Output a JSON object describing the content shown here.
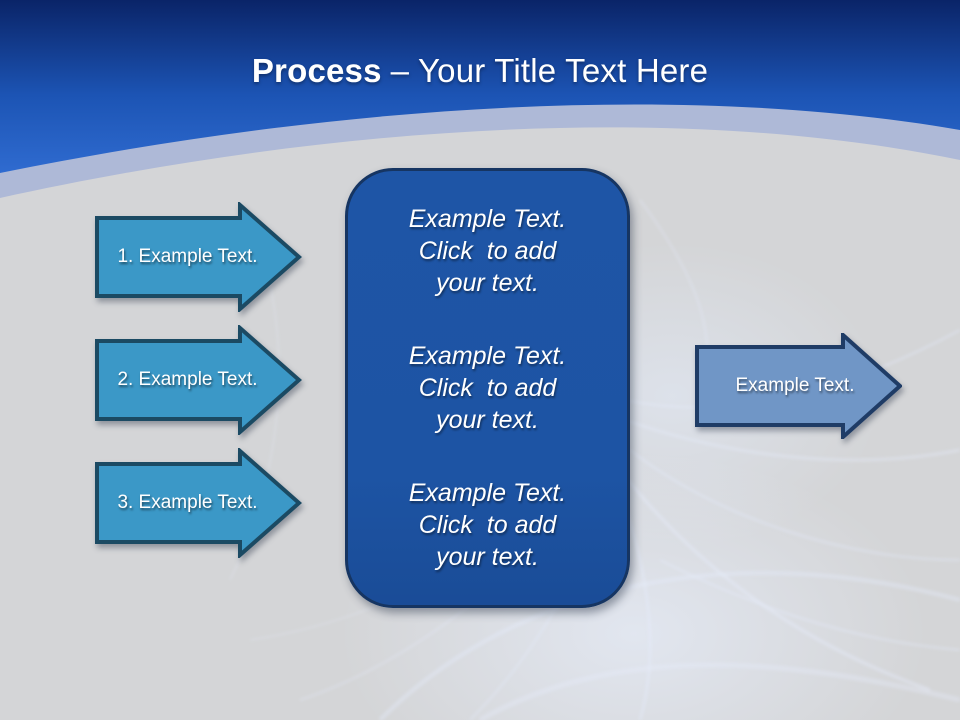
{
  "title": {
    "bold": "Process",
    "rest": "– Your Title Text Here"
  },
  "left_arrows": [
    {
      "label": "1. Example Text."
    },
    {
      "label": "2. Example Text."
    },
    {
      "label": "3. Example Text."
    }
  ],
  "center_box": {
    "blocks": [
      {
        "line1": "Example Text.",
        "line2": "Click  to add",
        "line3": "your text."
      },
      {
        "line1": "Example Text.",
        "line2": "Click  to add",
        "line3": "your text."
      },
      {
        "line1": "Example Text.",
        "line2": "Click  to add",
        "line3": "your text."
      }
    ]
  },
  "right_arrow": {
    "label": "Example Text."
  },
  "colors": {
    "header_top": "#0a2468",
    "header_mid": "#1c54b4",
    "header_bottom": "#2f6bd0",
    "band": "#aeb9d7",
    "canvas": "#d4d5d7",
    "left_arrow_fill": "#3b98c7",
    "left_arrow_border": "#1b4a63",
    "right_arrow_fill": "#7096c6",
    "right_arrow_border": "#1f3c66",
    "box_fill": "#1e55a6",
    "box_border": "#163562",
    "text": "#ffffff"
  }
}
